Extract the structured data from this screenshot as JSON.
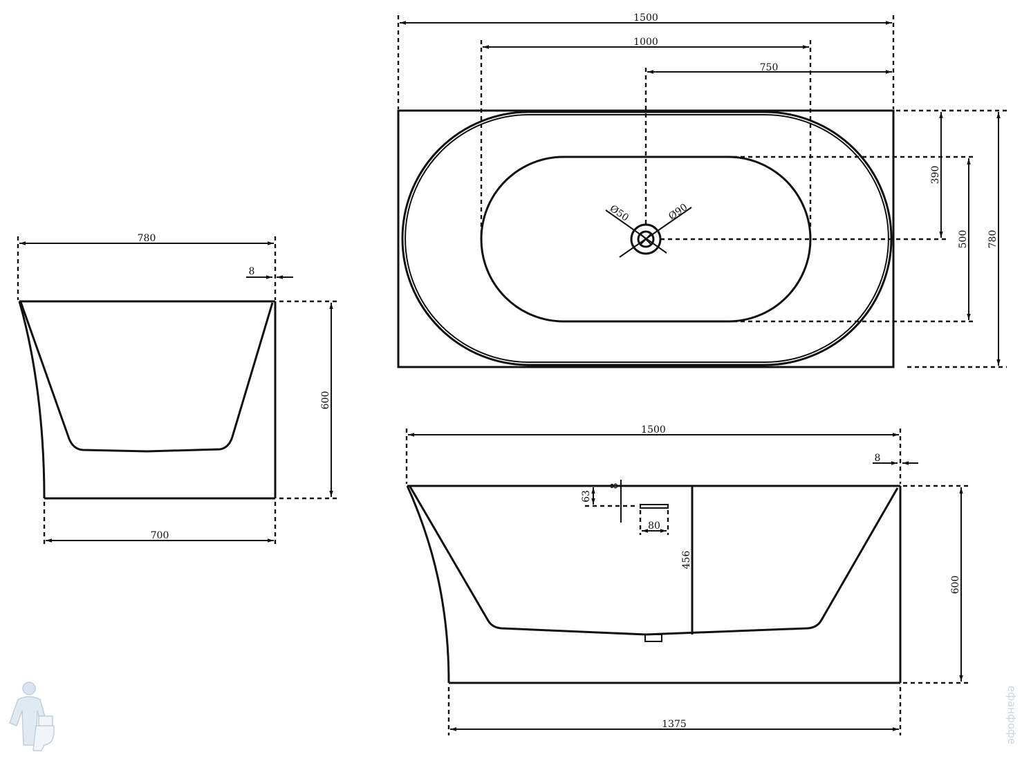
{
  "top_view": {
    "dims": {
      "total_length": "1500",
      "inner_length": "1000",
      "drain_offset": "750",
      "half_width": "390",
      "inner_width": "500",
      "total_width": "780",
      "drain_inner_diameter": "Ø50",
      "drain_outer_diameter": "Ø90"
    }
  },
  "side_view": {
    "dims": {
      "top_width": "780",
      "wall": "8",
      "height": "600",
      "base_width": "700"
    }
  },
  "front_view": {
    "dims": {
      "top_length": "1500",
      "wall": "8",
      "overflow_top": "63",
      "overflow_small": "8",
      "overflow_width": "80",
      "inner_depth": "456",
      "height": "600",
      "base_length": "1375"
    }
  },
  "watermark": {
    "text": "ефанфофе",
    "logo_icon": "plumber-logo-icon"
  }
}
